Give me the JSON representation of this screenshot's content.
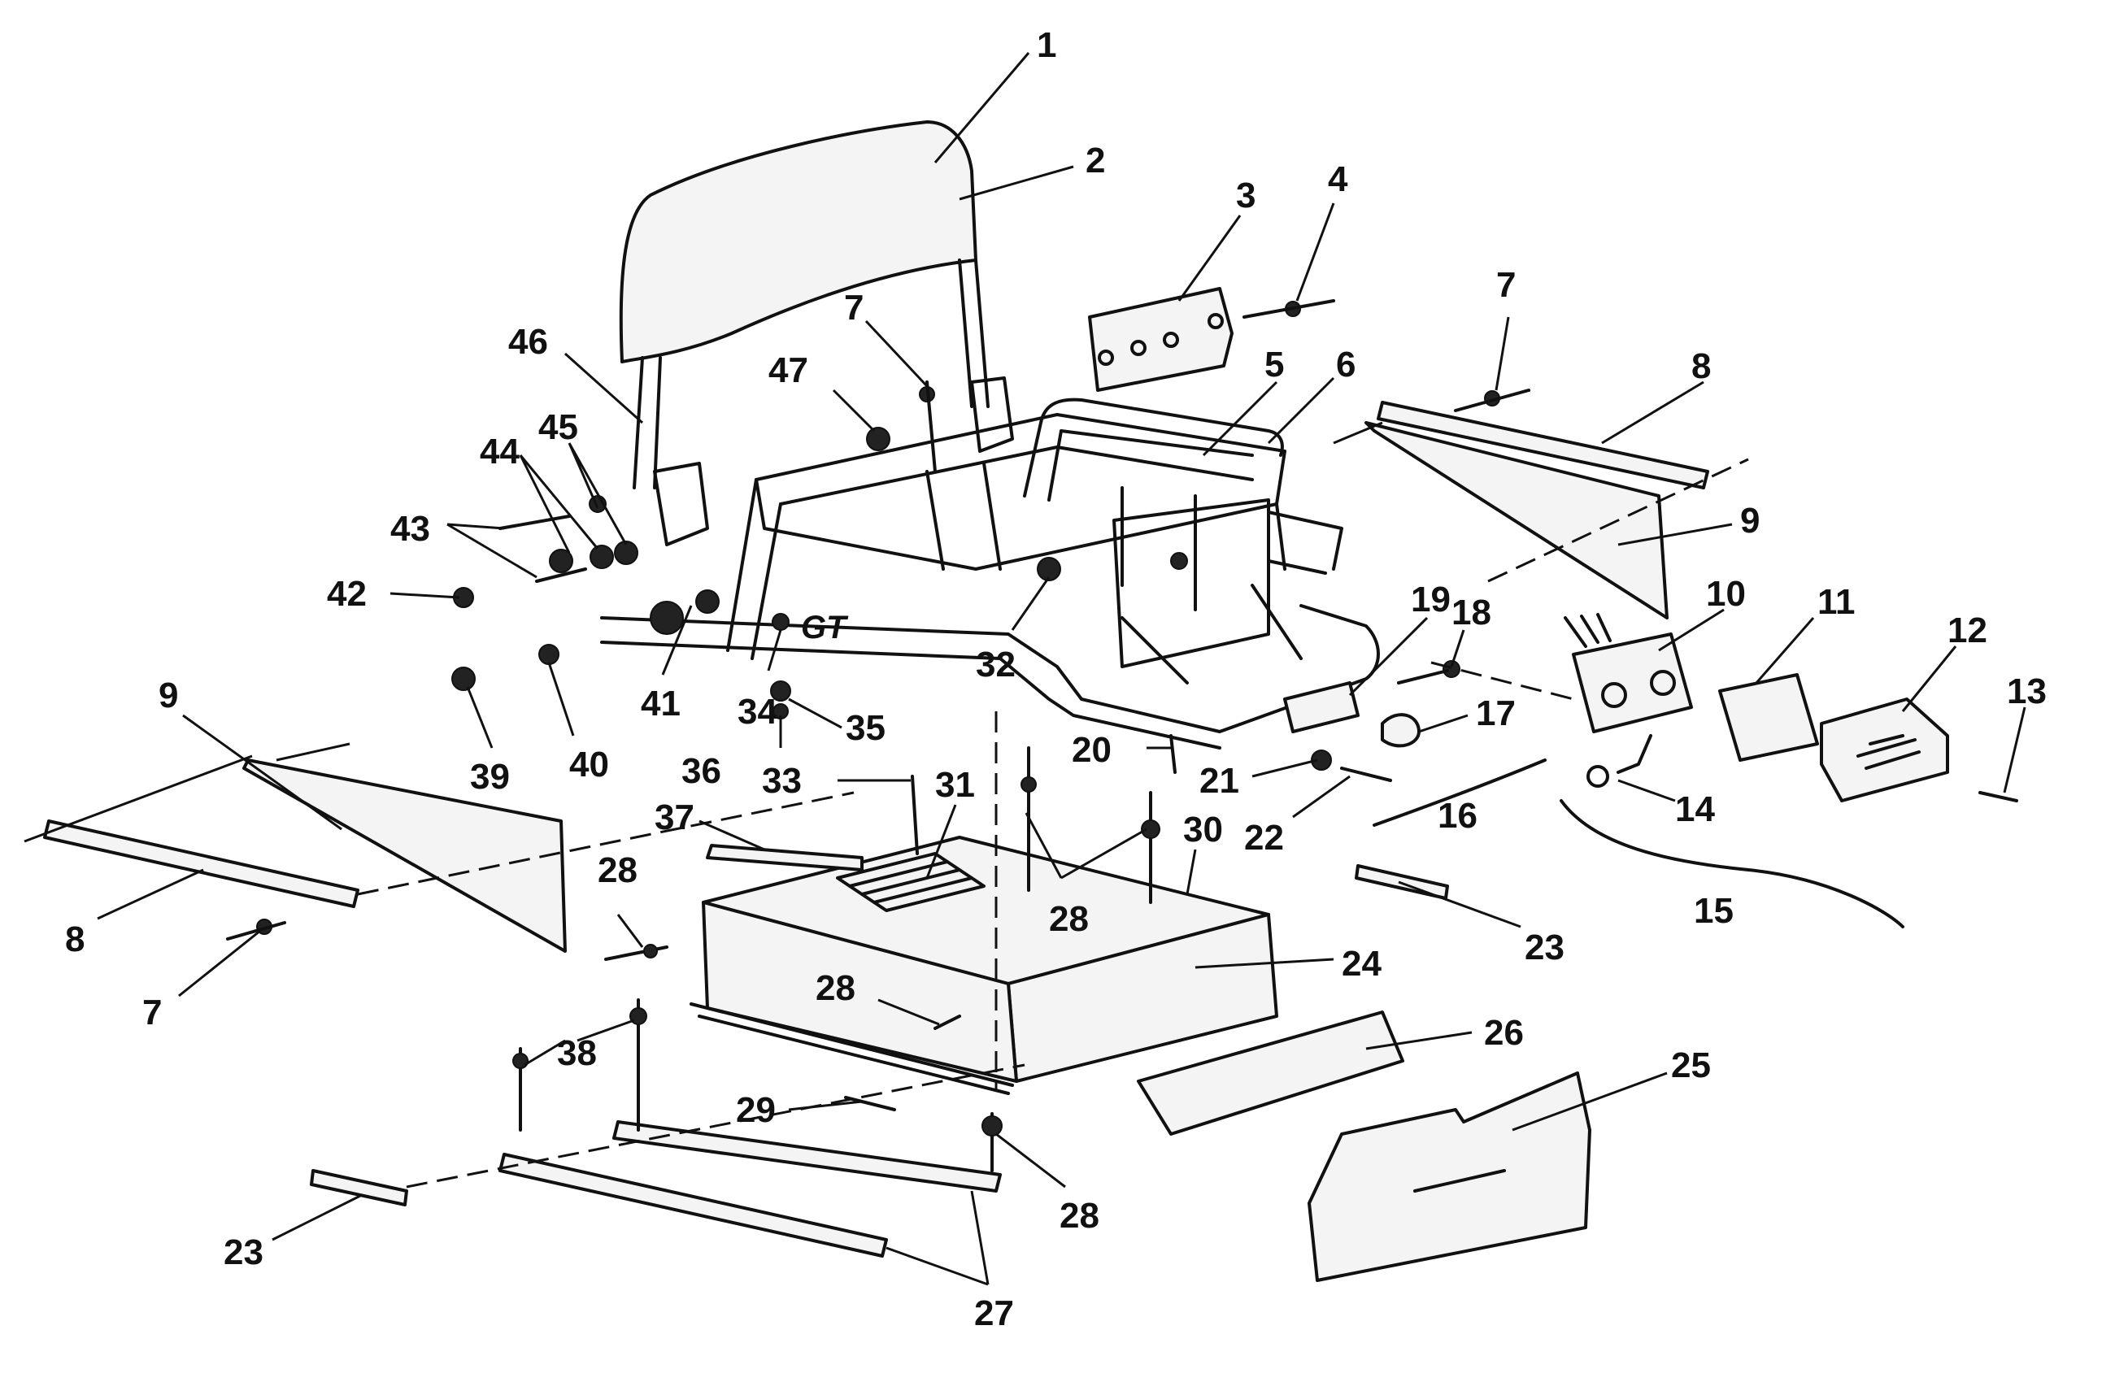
{
  "diagram": {
    "stamp_text": "GT",
    "callouts": [
      {
        "id": "c1",
        "text": "1"
      },
      {
        "id": "c2",
        "text": "2"
      },
      {
        "id": "c3",
        "text": "3"
      },
      {
        "id": "c4",
        "text": "4"
      },
      {
        "id": "c5",
        "text": "5"
      },
      {
        "id": "c6",
        "text": "6"
      },
      {
        "id": "c7a",
        "text": "7"
      },
      {
        "id": "c7b",
        "text": "7"
      },
      {
        "id": "c7c",
        "text": "7"
      },
      {
        "id": "c8a",
        "text": "8"
      },
      {
        "id": "c8b",
        "text": "8"
      },
      {
        "id": "c9a",
        "text": "9"
      },
      {
        "id": "c9b",
        "text": "9"
      },
      {
        "id": "c10",
        "text": "10"
      },
      {
        "id": "c11",
        "text": "11"
      },
      {
        "id": "c12",
        "text": "12"
      },
      {
        "id": "c13",
        "text": "13"
      },
      {
        "id": "c14",
        "text": "14"
      },
      {
        "id": "c15",
        "text": "15"
      },
      {
        "id": "c16",
        "text": "16"
      },
      {
        "id": "c17",
        "text": "17"
      },
      {
        "id": "c18",
        "text": "18"
      },
      {
        "id": "c19",
        "text": "19"
      },
      {
        "id": "c20",
        "text": "20"
      },
      {
        "id": "c21",
        "text": "21"
      },
      {
        "id": "c22",
        "text": "22"
      },
      {
        "id": "c23a",
        "text": "23"
      },
      {
        "id": "c23b",
        "text": "23"
      },
      {
        "id": "c24",
        "text": "24"
      },
      {
        "id": "c25",
        "text": "25"
      },
      {
        "id": "c26",
        "text": "26"
      },
      {
        "id": "c27",
        "text": "27"
      },
      {
        "id": "c28a",
        "text": "28"
      },
      {
        "id": "c28b",
        "text": "28"
      },
      {
        "id": "c28c",
        "text": "28"
      },
      {
        "id": "c28d",
        "text": "28"
      },
      {
        "id": "c29",
        "text": "29"
      },
      {
        "id": "c30",
        "text": "30"
      },
      {
        "id": "c31",
        "text": "31"
      },
      {
        "id": "c32",
        "text": "32"
      },
      {
        "id": "c33",
        "text": "33"
      },
      {
        "id": "c34",
        "text": "34"
      },
      {
        "id": "c35",
        "text": "35"
      },
      {
        "id": "c36",
        "text": "36"
      },
      {
        "id": "c37",
        "text": "37"
      },
      {
        "id": "c38",
        "text": "38"
      },
      {
        "id": "c39",
        "text": "39"
      },
      {
        "id": "c40",
        "text": "40"
      },
      {
        "id": "c41",
        "text": "41"
      },
      {
        "id": "c42",
        "text": "42"
      },
      {
        "id": "c43",
        "text": "43"
      },
      {
        "id": "c44",
        "text": "44"
      },
      {
        "id": "c45",
        "text": "45"
      },
      {
        "id": "c46",
        "text": "46"
      },
      {
        "id": "c47",
        "text": "47"
      }
    ]
  }
}
